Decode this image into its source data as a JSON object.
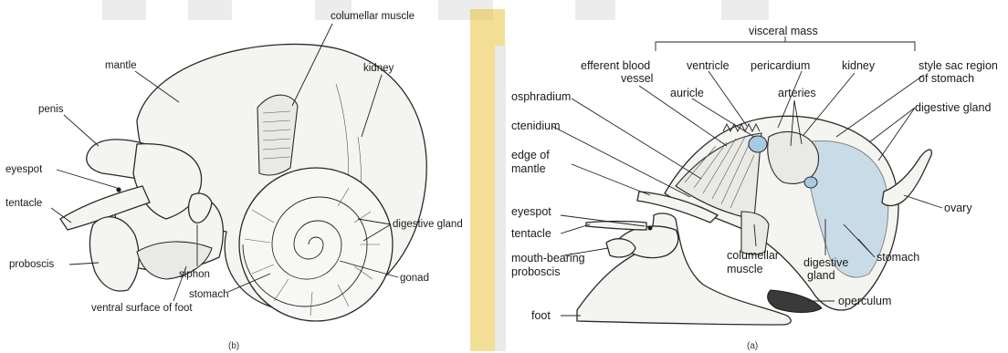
{
  "colors": {
    "background": "#ffffff",
    "watermark_gold": "#d9b830",
    "watermark_gray": "#ececec",
    "ink": "#1a1a1a",
    "gland_blue": "#a9c8e2",
    "operculum": "#3a3a3a"
  },
  "figure_b": {
    "caption": "(b)",
    "labels": {
      "columellar_muscle": "columellar muscle",
      "mantle": "mantle",
      "kidney": "kidney",
      "penis": "penis",
      "eyespot": "eyespot",
      "tentacle": "tentacle",
      "proboscis": "proboscis",
      "siphon": "siphon",
      "digestive_gland": "digestive gland",
      "stomach": "stomach",
      "ventral_surface": "ventral surface of foot",
      "gonad": "gonad"
    }
  },
  "figure_a": {
    "caption": "(a)",
    "labels": {
      "visceral_mass": "visceral mass",
      "efferent_line1": "efferent blood",
      "efferent_line2": "vessel",
      "ventricle": "ventricle",
      "pericardium": "pericardium",
      "kidney": "kidney",
      "style_sac_line1": "style sac region",
      "style_sac_line2": "of stomach",
      "auricle": "auricle",
      "arteries": "arteries",
      "osphradium": "osphradium",
      "digestive_gland_top": "digestive gland",
      "ctenidium": "ctenidium",
      "edge_line1": "edge of",
      "edge_line2": "mantle",
      "ovary": "ovary",
      "eyespot": "eyespot",
      "tentacle": "tentacle",
      "columellar_line1": "columellar",
      "columellar_line2": "muscle",
      "digestive_gland_bottom_line1": "digestive",
      "digestive_gland_bottom_line2": "gland",
      "stomach": "stomach",
      "mouth_line1": "mouth-bearing",
      "mouth_line2": "proboscis",
      "operculum": "operculum",
      "foot": "foot"
    }
  }
}
